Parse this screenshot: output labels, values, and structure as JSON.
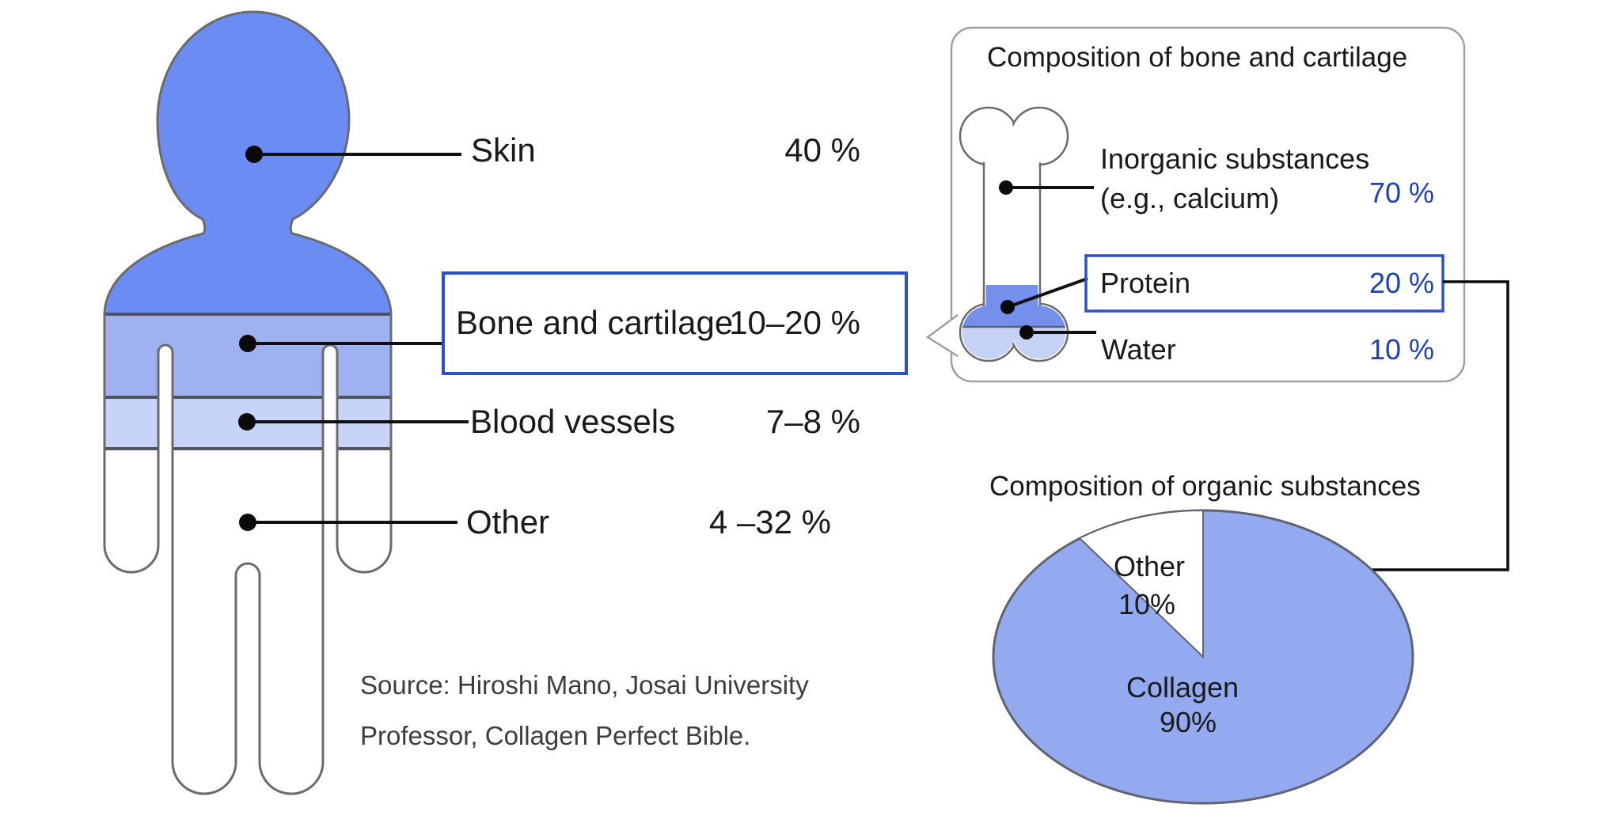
{
  "body": {
    "rows": [
      {
        "label": "Skin",
        "pct": "40 %"
      },
      {
        "label": "Bone and cartilage",
        "pct": "10–20 %"
      },
      {
        "label": "Blood vessels",
        "pct": "7–8 %"
      },
      {
        "label": "Other",
        "pct": "4 –32 %"
      }
    ]
  },
  "panel": {
    "title": "Composition of bone and cartilage",
    "rows": [
      {
        "label": "Inorganic substances",
        "label2": "(e.g., calcium)",
        "pct": "70 %"
      },
      {
        "label": "Protein",
        "pct": "20 %"
      },
      {
        "label": "Water",
        "pct": "10 %"
      }
    ]
  },
  "pie": {
    "title": "Composition of organic substances",
    "slice_other_label": "Other",
    "slice_other_pct": "10%",
    "slice_collagen_label": "Collagen",
    "slice_collagen_pct": "90%"
  },
  "source": {
    "line1": "Source: Hiroshi Mano, Josai University",
    "line2": "Professor, Collagen Perfect Bible."
  },
  "chart_data": {
    "type": "pie",
    "title": "Composition of organic substances",
    "categories": [
      "Collagen",
      "Other"
    ],
    "values": [
      90,
      10
    ],
    "legend_position": "inside",
    "related_tables": [
      {
        "name": "Human body composition",
        "rows": [
          {
            "component": "Skin",
            "value": "40 %"
          },
          {
            "component": "Bone and cartilage",
            "value": "10–20 %"
          },
          {
            "component": "Blood vessels",
            "value": "7–8 %"
          },
          {
            "component": "Other",
            "value": "4–32 %"
          }
        ]
      },
      {
        "name": "Composition of bone and cartilage",
        "rows": [
          {
            "component": "Inorganic substances (e.g., calcium)",
            "value": "70 %"
          },
          {
            "component": "Protein",
            "value": "20 %"
          },
          {
            "component": "Water",
            "value": "10 %"
          }
        ]
      }
    ]
  },
  "colors": {
    "skin_band": "#6b8cf2",
    "bone_band": "#9fb1f0",
    "vessel_band": "#c7d4f8",
    "pie_fill": "#93a9f0",
    "bone_protein_fill": "#7590ec",
    "bone_water_fill": "#c5d2f5",
    "accent_blue_text": "#1c40c0",
    "accent_blue_border": "#2b51c9",
    "outline_gray": "#6b6b6b"
  }
}
